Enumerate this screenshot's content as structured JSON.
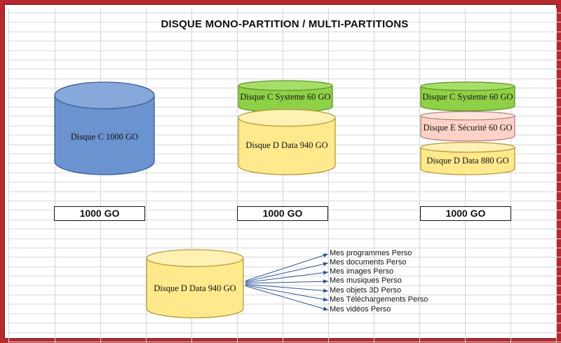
{
  "title": "DISQUE MONO-PARTITION / MULTI-PARTITIONS",
  "disks": {
    "mono": {
      "c": "Disque C 1000 GO",
      "total": "1000 GO"
    },
    "dual": {
      "c": "Disque C Systeme 60 GO",
      "d": "Disque D Data 940 GO",
      "total": "1000 GO"
    },
    "triple": {
      "c": "Disque C Systeme 60 GO",
      "e": "Disque E Sécurité 60 GO",
      "d": "Disque D Data 880 GO",
      "total": "1000 GO"
    },
    "data": {
      "label": "Disque D Data 940 GO"
    }
  },
  "folders": [
    "Mes programmes Perso",
    "Mes documents Perso",
    "Mes images Perso",
    "Mes musiques Perso",
    "Mes objets 3D Perso",
    "Mes Téléchargements Perso",
    "Mes vidéos Perso"
  ],
  "colors": {
    "frame": "#b7282f",
    "blue": "#6b93cf",
    "green": "#8fd146",
    "yellow": "#ffe98d",
    "pink": "#fcd2c6",
    "arrow": "#2f5597"
  }
}
